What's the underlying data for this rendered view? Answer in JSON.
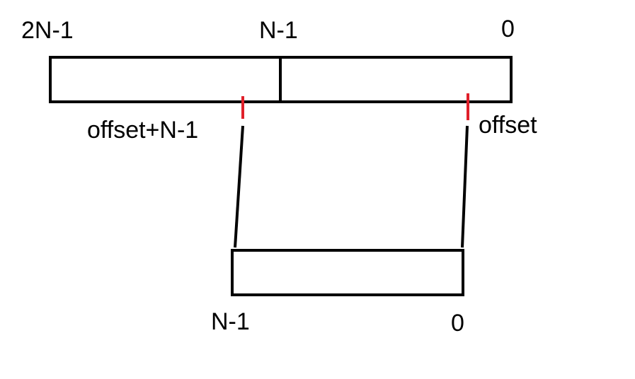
{
  "labels": {
    "top_left": "2N-1",
    "top_middle": "N-1",
    "top_right": "0",
    "offset_high": "offset+N-1",
    "offset_low": "offset",
    "bottom_left": "N-1",
    "bottom_right": "0"
  },
  "colors": {
    "stroke": "#000000",
    "marker": "#e0202a",
    "background": "#ffffff"
  }
}
